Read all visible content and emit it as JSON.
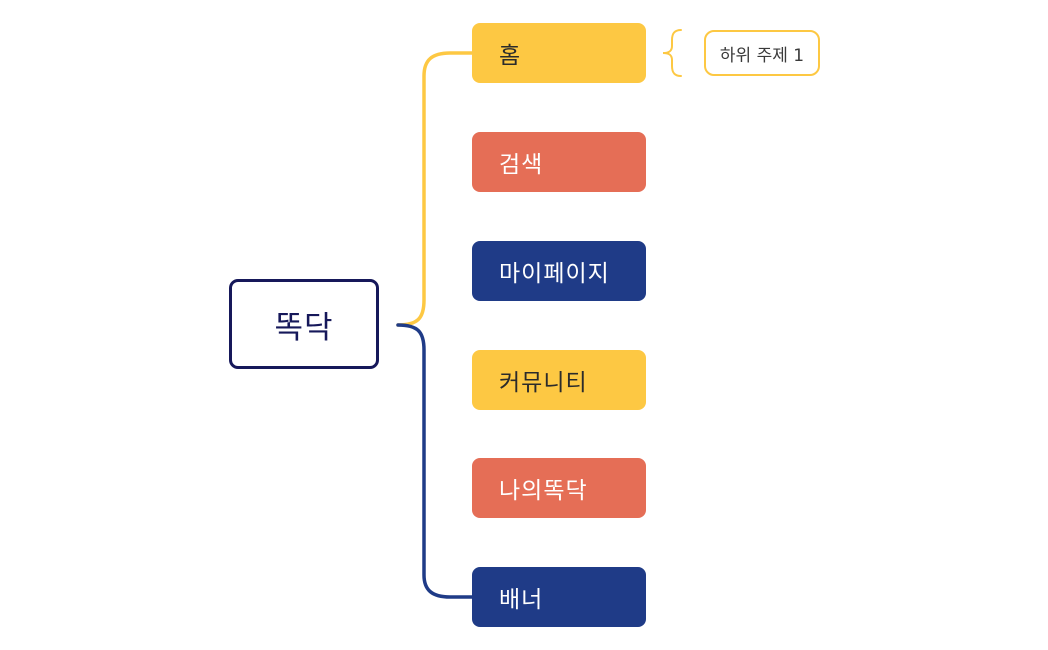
{
  "central_topic": "똑닥",
  "branches": [
    {
      "label": "홈",
      "color": "#fdc843"
    },
    {
      "label": "검색",
      "color": "#e56e56"
    },
    {
      "label": "마이페이지",
      "color": "#1f3b87"
    },
    {
      "label": "커뮤니티",
      "color": "#fdc843"
    },
    {
      "label": "나의똑닥",
      "color": "#e56e56"
    },
    {
      "label": "배너",
      "color": "#1f3b87"
    }
  ],
  "subtopic": {
    "label": "하위 주제 1",
    "parent": "홈"
  },
  "connector_colors": {
    "upper": "#fdc843",
    "lower": "#1f3b87",
    "root_border": "#16185a"
  }
}
